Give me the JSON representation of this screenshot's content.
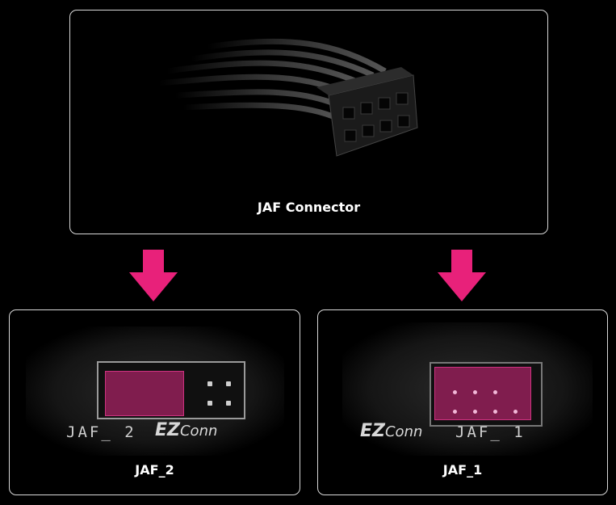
{
  "connector_panel": {
    "caption": "JAF Connector"
  },
  "arrow_color": "#e8217a",
  "highlight_color": "#d62a82",
  "headers": [
    {
      "caption": "JAF_2",
      "silkscreen_label": "JAF_ 2",
      "logo": {
        "ez": "EZ",
        "conn": "Conn"
      }
    },
    {
      "caption": "JAF_1",
      "silkscreen_label": "JAF_ 1",
      "logo": {
        "ez": "EZ",
        "conn": "Conn"
      }
    }
  ]
}
